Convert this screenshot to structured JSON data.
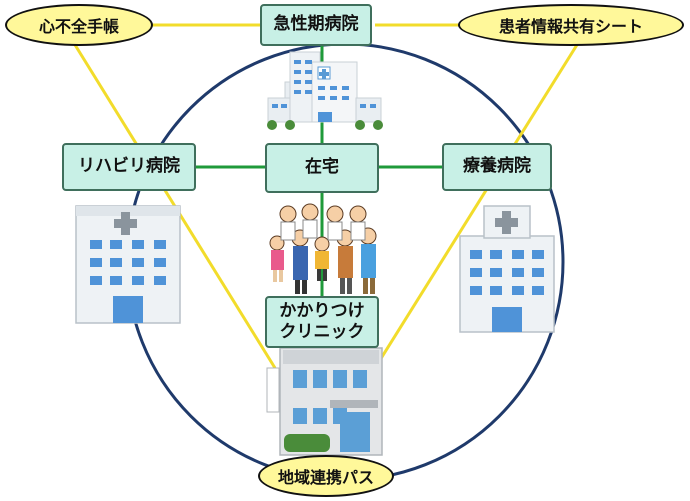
{
  "nodes": {
    "acute_hospital": "急性期病院",
    "home": "在宅",
    "rehab_hospital": "リハビリ病院",
    "care_hospital": "療養病院",
    "clinic_line1": "かかりつけ",
    "clinic_line2": "クリニック"
  },
  "tools": {
    "heart_failure_notebook": "心不全手帳",
    "patient_info_sheet": "患者情報共有シート",
    "regional_pathway": "地域連携パス"
  },
  "colors": {
    "box_fill": "#c8f0e6",
    "box_border": "#3f6f5c",
    "oval_fill": "#fff89a",
    "circle": "#1f3a6b",
    "green_link": "#1f9a3a",
    "yellow_link": "#f2dc2b"
  },
  "icons": [
    "hospital-building-icon",
    "hospital-left-icon",
    "hospital-right-icon",
    "people-group-icon",
    "clinic-building-icon"
  ]
}
